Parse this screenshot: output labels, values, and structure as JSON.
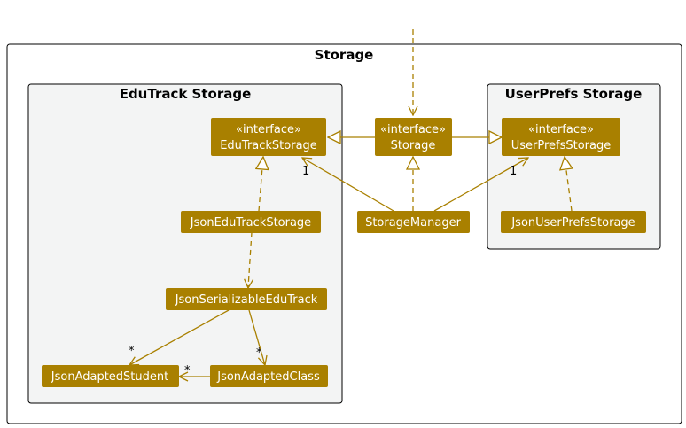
{
  "packages": {
    "storage": {
      "title": "Storage"
    },
    "edutrack": {
      "title": "EduTrack Storage"
    },
    "userprefs": {
      "title": "UserPrefs Storage"
    }
  },
  "nodes": {
    "storage_interface": {
      "stereotype": "«interface»",
      "name": "Storage"
    },
    "edutrack_storage": {
      "stereotype": "«interface»",
      "name": "EduTrackStorage"
    },
    "userprefs_storage": {
      "stereotype": "«interface»",
      "name": "UserPrefsStorage"
    },
    "storage_manager": {
      "name": "StorageManager"
    },
    "json_edutrack_storage": {
      "name": "JsonEduTrackStorage"
    },
    "json_userprefs_storage": {
      "name": "JsonUserPrefsStorage"
    },
    "json_serializable": {
      "name": "JsonSerializableEduTrack"
    },
    "json_adapted_student": {
      "name": "JsonAdaptedStudent"
    },
    "json_adapted_class": {
      "name": "JsonAdaptedClass"
    }
  },
  "multiplicities": {
    "manager_to_edutrack": "1",
    "manager_to_userprefs": "1",
    "serializable_to_student": "*",
    "serializable_to_class": "*",
    "class_to_student": "*"
  },
  "colors": {
    "node_fill": "#a98000",
    "node_text": "#ffffff",
    "edge": "#a98000",
    "package_fill": "#f3f4f4"
  }
}
